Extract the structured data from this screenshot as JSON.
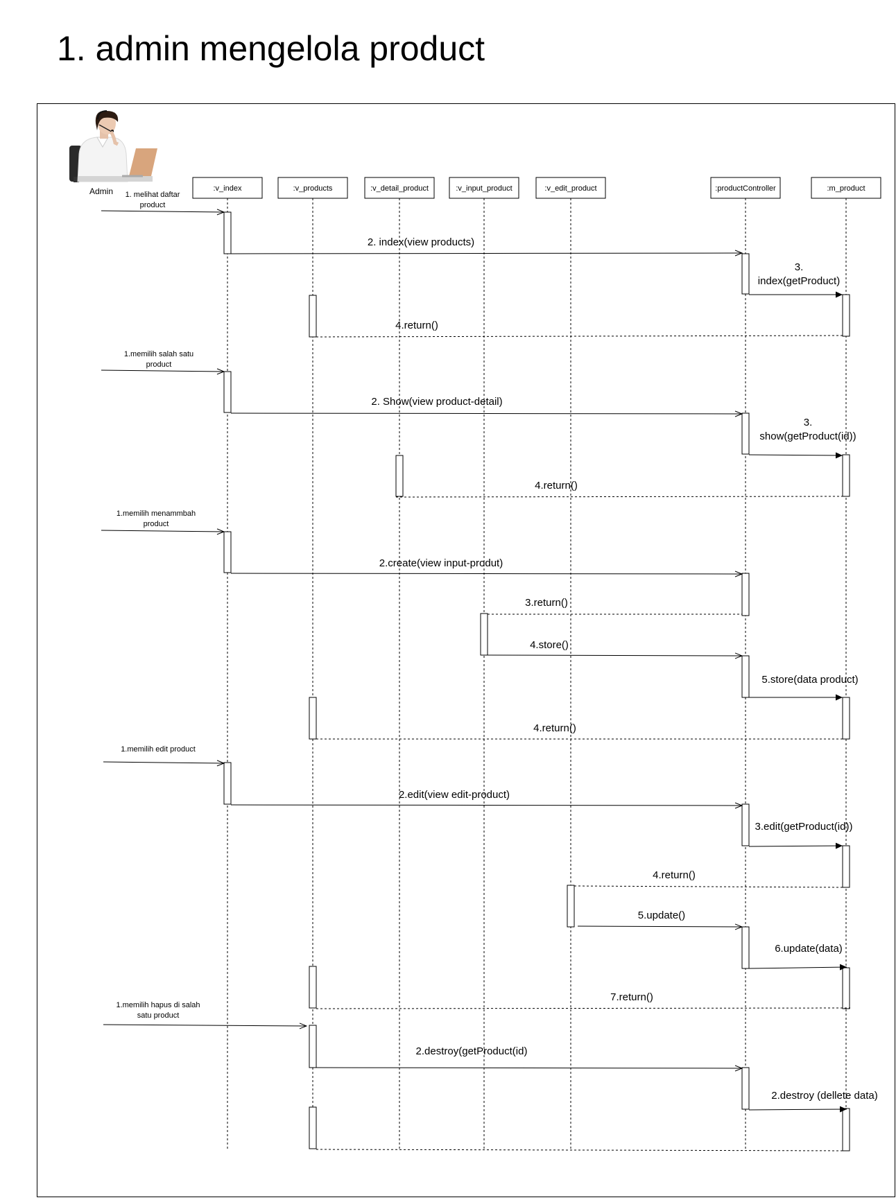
{
  "title": "1. admin mengelola product",
  "actor": {
    "label": "Admin",
    "icon": "admin-photo"
  },
  "lifelines": [
    {
      "id": "v_index",
      "label": ":v_index"
    },
    {
      "id": "v_products",
      "label": ":v_products"
    },
    {
      "id": "v_detail_product",
      "label": ":v_detail_product"
    },
    {
      "id": "v_input_product",
      "label": ":v_input_product"
    },
    {
      "id": "v_edit_product",
      "label": ":v_edit_product"
    },
    {
      "id": "productController",
      "label": ":productController"
    },
    {
      "id": "m_product",
      "label": ":m_product"
    }
  ],
  "messages": [
    {
      "text": [
        "1. melihat daftar",
        "product"
      ]
    },
    {
      "text": [
        "2. index(view products)"
      ]
    },
    {
      "text": [
        "3.",
        "index(getProduct)"
      ]
    },
    {
      "text": [
        "4.return()"
      ]
    },
    {
      "text": [
        "1.memilih salah satu",
        "product"
      ]
    },
    {
      "text": [
        "2. Show(view product-detail)"
      ]
    },
    {
      "text": [
        "3.",
        "show(getProduct(id))"
      ]
    },
    {
      "text": [
        "4.return()"
      ]
    },
    {
      "text": [
        "1.memilih menammbah",
        "product"
      ]
    },
    {
      "text": [
        "2.create(view input-produt)"
      ]
    },
    {
      "text": [
        "3.return()"
      ]
    },
    {
      "text": [
        "4.store()"
      ]
    },
    {
      "text": [
        "5.store(data product)"
      ]
    },
    {
      "text": [
        "4.return()"
      ]
    },
    {
      "text": [
        "1.memilih edit product"
      ]
    },
    {
      "text": [
        "2.edit(view edit-product)"
      ]
    },
    {
      "text": [
        "3.edit(getProduct(id))"
      ]
    },
    {
      "text": [
        "4.return()"
      ]
    },
    {
      "text": [
        "5.update()"
      ]
    },
    {
      "text": [
        "6.update(data)"
      ]
    },
    {
      "text": [
        "7.return()"
      ]
    },
    {
      "text": [
        "1.memilih hapus di salah",
        "satu product"
      ]
    },
    {
      "text": [
        "2.destroy(getProduct(id)"
      ]
    },
    {
      "text": [
        "2.destroy (dellete data)"
      ]
    },
    {
      "text": []
    }
  ]
}
